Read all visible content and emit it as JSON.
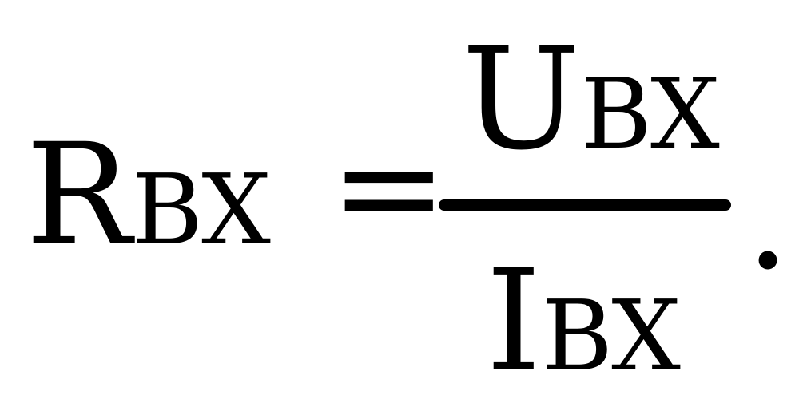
{
  "formula": {
    "lhs": {
      "symbol": "R",
      "subscript": "ВХ"
    },
    "equals": "=",
    "numerator": {
      "symbol": "U",
      "subscript": "ВХ"
    },
    "denominator": {
      "symbol": "I",
      "subscript": "ВХ"
    },
    "period": "."
  }
}
